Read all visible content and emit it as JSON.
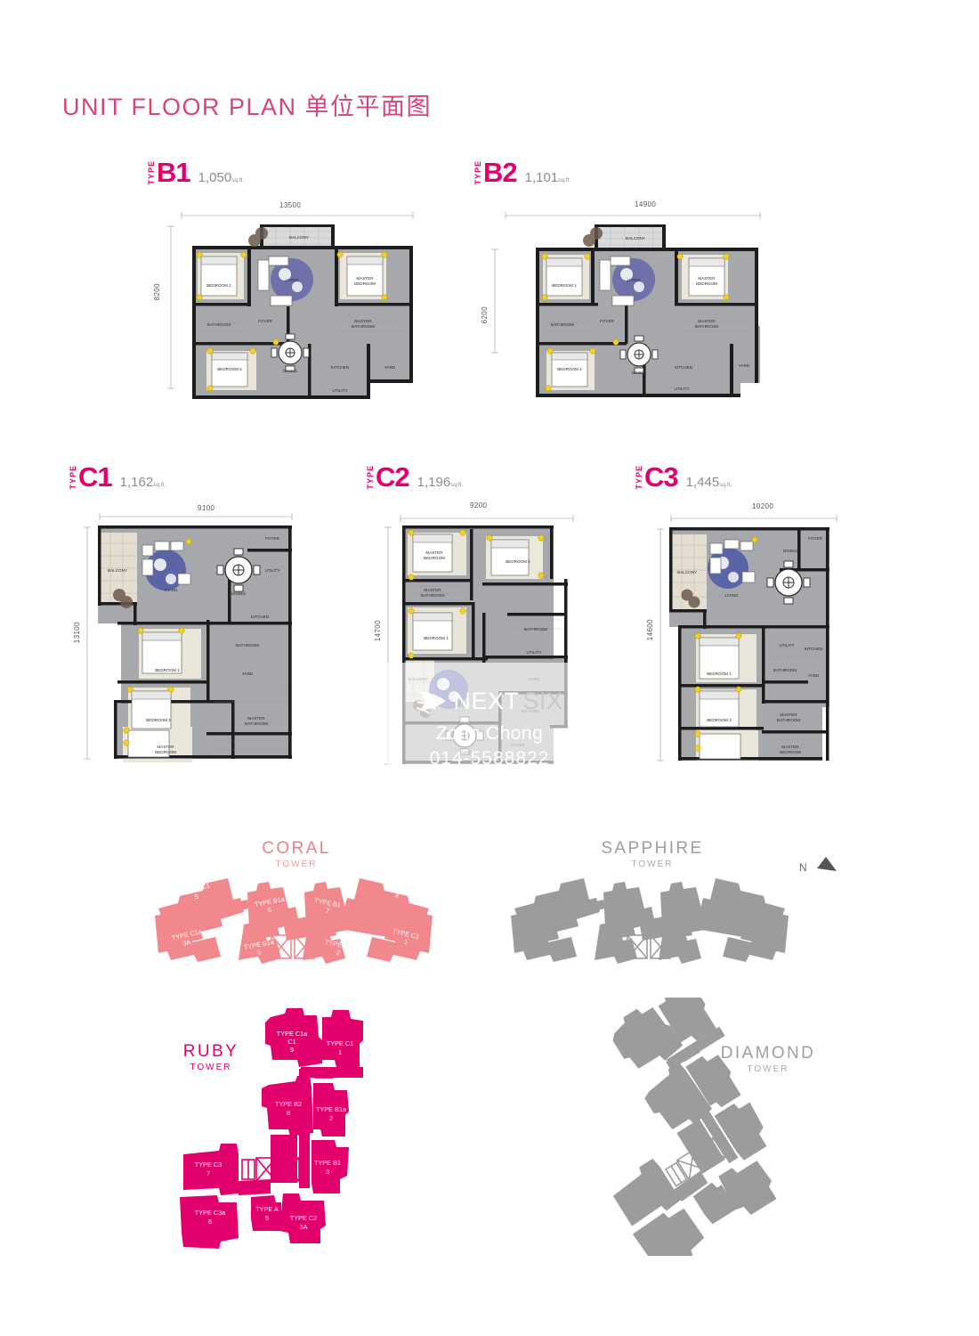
{
  "page": {
    "title": "UNIT FLOOR PLAN 单位平面图",
    "accent_pink": "#e2006c",
    "title_pink": "#d6447f",
    "coral_color": "#f08a8a",
    "gray_color": "#9e9e9e"
  },
  "type_word": "TYPE",
  "area_unit": "sq.ft.",
  "units": [
    {
      "code": "B1",
      "area": "1,050",
      "unit": "sq.ft.",
      "dim_width": "13500",
      "dim_height": "8200",
      "rooms": [
        "BALCONY",
        "BEDROOM 1",
        "LIVING",
        "MASTER BEDROOM",
        "BATHROOM",
        "MASTER BATHROOM",
        "DINING",
        "KITCHEN",
        "YARD",
        "BEDROOM 2",
        "FOYER",
        "UTILITY"
      ]
    },
    {
      "code": "B2",
      "area": "1,101",
      "unit": "sq.ft.",
      "dim_width": "14900",
      "dim_height": "6200",
      "rooms": [
        "BALCONY",
        "BEDROOM 1",
        "LIVING",
        "MASTER BEDROOM",
        "BATHROOM",
        "MASTER BATHROOM",
        "DINING",
        "KITCHEN",
        "YARD",
        "BEDROOM 2",
        "FOYER",
        "UTILITY"
      ]
    },
    {
      "code": "C1",
      "area": "1,162",
      "unit": "sq.ft.",
      "dim_width": "9100",
      "dim_height": "13100",
      "rooms": [
        "BALCONY",
        "LIVING",
        "DINING",
        "FOYER",
        "UTILITY",
        "KITCHEN",
        "BEDROOM 1",
        "BEDROOM 2",
        "BATHROOM",
        "MASTER BEDROOM",
        "MASTER BATHROOM",
        "YARD"
      ]
    },
    {
      "code": "C2",
      "area": "1,196",
      "unit": "sq.ft.",
      "dim_width": "9200",
      "dim_height": "14700",
      "rooms": [
        "MASTER BEDROOM",
        "BEDROOM 2",
        "MASTER BATHROOM",
        "BATHROOM",
        "UTILITY",
        "YARD",
        "BEDROOM 1",
        "BALCONY",
        "LIVING",
        "DINING",
        "KITCHEN",
        "FOYER"
      ]
    },
    {
      "code": "C3",
      "area": "1,445",
      "unit": "sq.ft.",
      "dim_width": "10200",
      "dim_height": "14600",
      "rooms": [
        "BALCONY",
        "LIVING",
        "DINING",
        "FOYER",
        "UTILITY",
        "KITCHEN",
        "BATHROOM",
        "YARD",
        "BEDROOM 1",
        "BEDROOM 2",
        "MASTER BEDROOM",
        "MASTER BATHROOM"
      ]
    }
  ],
  "towers": [
    {
      "id": "coral",
      "name": "CORAL",
      "sub": "TOWER",
      "color": "#f0888d",
      "units": [
        {
          "type": "TYPE C1",
          "no": "5"
        },
        {
          "type": "TYPE C1a",
          "no": "3A"
        },
        {
          "type": "TYPE B1a",
          "no": "6"
        },
        {
          "type": "TYPE B1a",
          "no": "3"
        },
        {
          "type": "TYPE B1",
          "no": "7"
        },
        {
          "type": "TYPE B1",
          "no": "2"
        },
        {
          "type": "TYPE C1a",
          "no": "8"
        },
        {
          "type": "TYPE C1",
          "no": "1"
        }
      ]
    },
    {
      "id": "sapphire",
      "name": "SAPPHIRE",
      "sub": "TOWER",
      "color": "#9a9c9e",
      "units": []
    },
    {
      "id": "ruby",
      "name": "RUBY",
      "sub": "TOWER",
      "color": "#e2006c",
      "units": [
        {
          "type": "TYPE C1a",
          "no": "9"
        },
        {
          "type": "TYPE C1",
          "no": "1"
        },
        {
          "type": "TYPE B2",
          "no": "8"
        },
        {
          "type": "TYPE B1a",
          "no": "2"
        },
        {
          "type": "TYPE C3",
          "no": "7"
        },
        {
          "type": "TYPE B1",
          "no": "3"
        },
        {
          "type": "TYPE C3a",
          "no": "6"
        },
        {
          "type": "TYPE A",
          "no": "5"
        },
        {
          "type": "TYPE C2",
          "no": "3A"
        }
      ]
    },
    {
      "id": "diamond",
      "name": "DIAMOND",
      "sub": "TOWER",
      "color": "#9a9c9e",
      "units": []
    }
  ],
  "compass": {
    "label": "N"
  },
  "watermark": {
    "brand_first": "NEXT",
    "brand_second": "SIX",
    "agent_name": "Zohn Chong",
    "agent_phone": "014-5588822"
  }
}
